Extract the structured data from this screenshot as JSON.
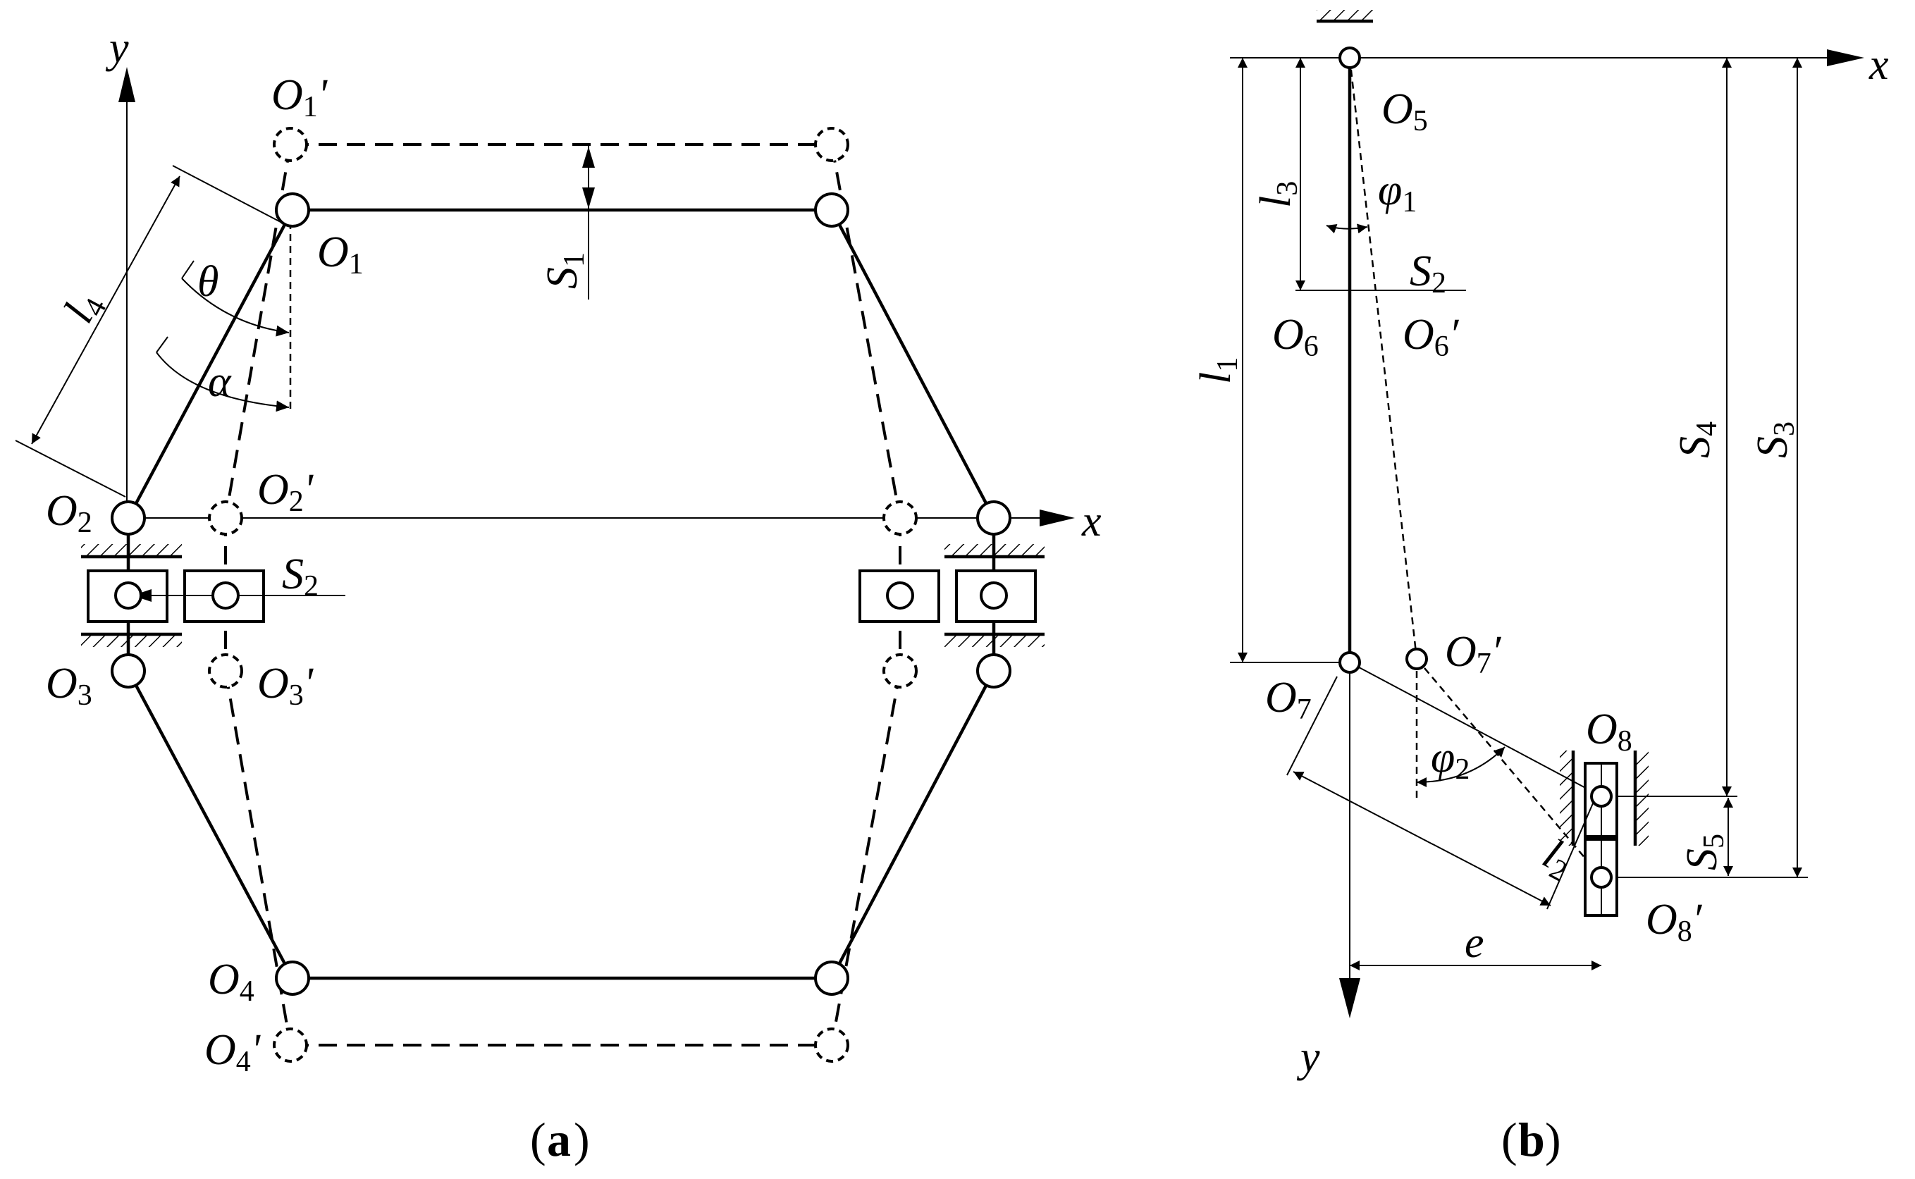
{
  "panel_a": {
    "axis_y": "y",
    "axis_x": "x",
    "O1p": "O1'",
    "O1": "O1",
    "O2": "O2",
    "O2p": "O2'",
    "O3": "O3",
    "O3p": "O3'",
    "O4": "O4",
    "O4p": "O4'",
    "l4": "l4",
    "theta": "θ",
    "alpha": "α",
    "S1": "S1",
    "S2": "S2",
    "caption_open": "(",
    "caption_letter": "a",
    "caption_close": ")"
  },
  "panel_b": {
    "axis_x": "x",
    "axis_y": "y",
    "O5": "O5",
    "O6": "O6",
    "O6p": "O6′",
    "O7": "O7",
    "O7p": "O7′",
    "O8": "O8",
    "O8p": "O8′",
    "l1": "l1",
    "l2": "l2",
    "l3": "l3",
    "phi1": "φ1",
    "phi2": "φ2",
    "S2": "S2",
    "S3": "S3",
    "S4": "S4",
    "S5": "S5",
    "e": "e",
    "caption_open": "(",
    "caption_letter": "b",
    "caption_close": ")"
  }
}
